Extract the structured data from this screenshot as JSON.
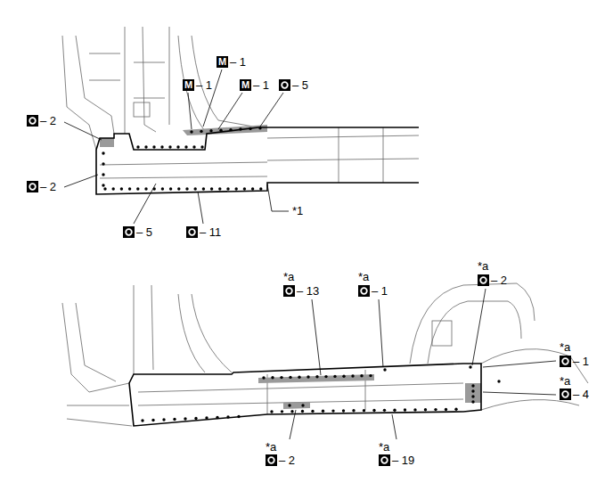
{
  "diagram": {
    "labels": [
      "M",
      "– 1",
      "M",
      "– 1",
      "M",
      "– 1",
      "– 5",
      "– 2",
      "– 2",
      "– 5",
      "– 11",
      "*1",
      "*a",
      "– 13",
      "*a",
      "– 1",
      "*a",
      "– 2",
      "*a",
      "– 1",
      "*a",
      "– 4",
      "*a",
      "– 2",
      "*a",
      "– 19"
    ]
  }
}
